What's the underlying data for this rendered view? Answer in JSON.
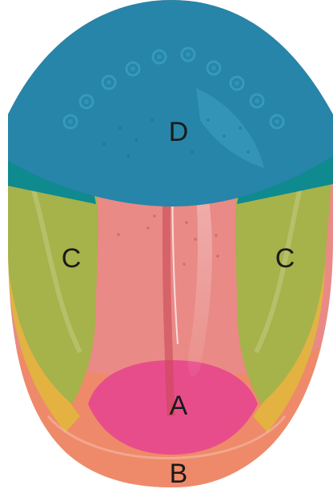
{
  "diagram": {
    "zones": [
      {
        "id": "D",
        "label": "D",
        "color": "#2685a8"
      },
      {
        "id": "C-left",
        "label": "C",
        "color": "#a6b24a"
      },
      {
        "id": "C-right",
        "label": "C",
        "color": "#a6b24a"
      },
      {
        "id": "A",
        "label": "A",
        "color": "#e84d8b"
      },
      {
        "id": "B",
        "label": "B",
        "color": "#ee8a6a"
      }
    ],
    "colors": {
      "back_dark_teal": "#0f8a8f",
      "center_body": "#e98a86",
      "rim_yellow": "#e0b838",
      "midline": "#c94a58",
      "papillae": "#3a9cbf"
    }
  }
}
